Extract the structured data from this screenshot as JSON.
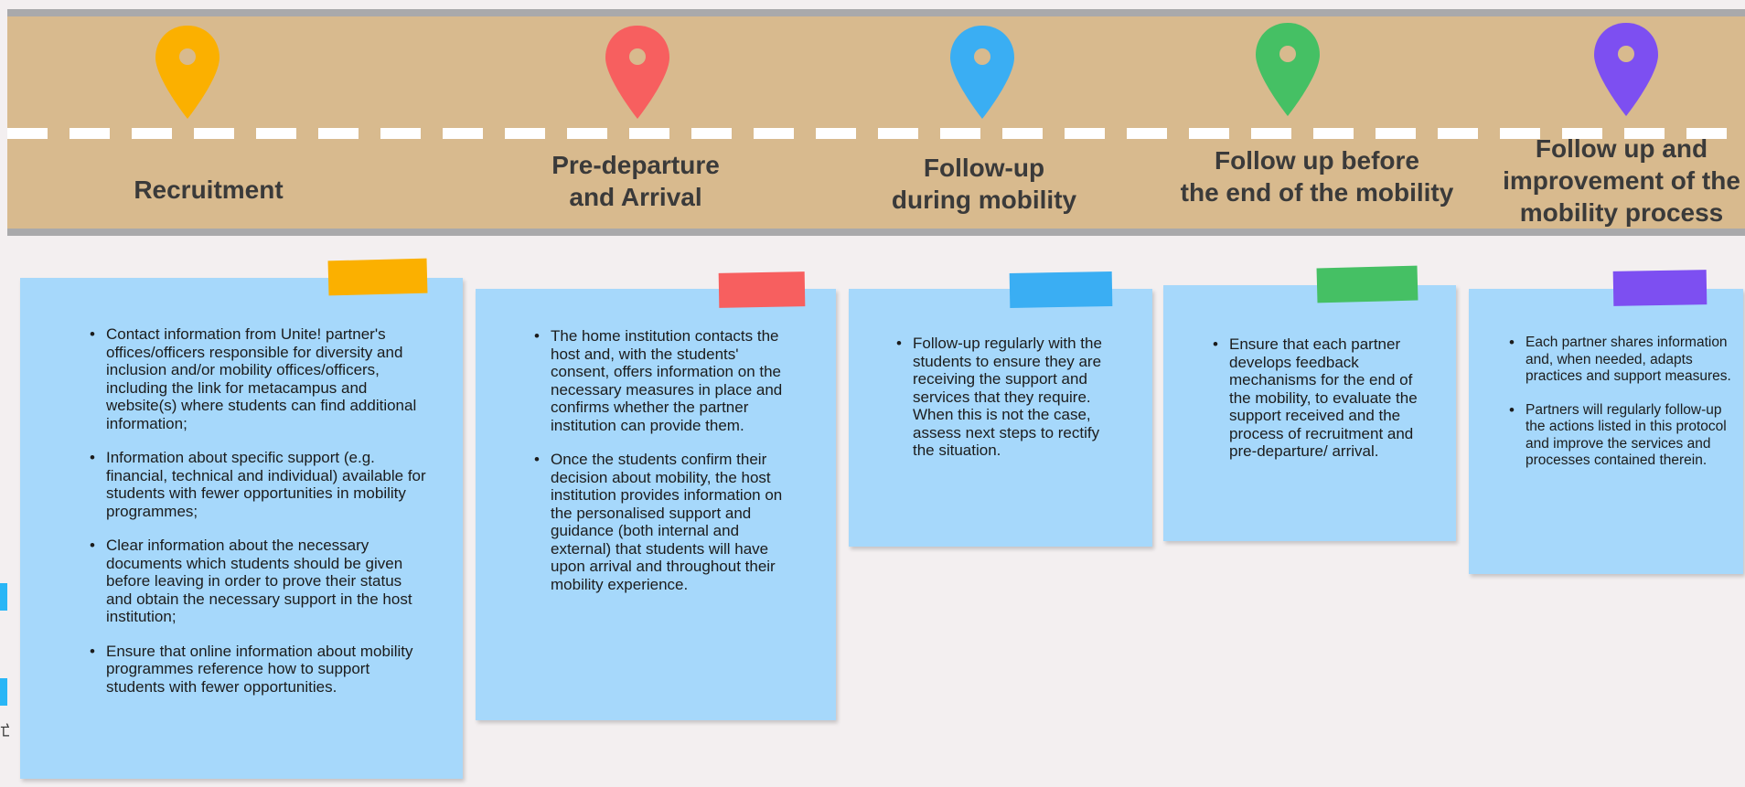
{
  "stages": [
    {
      "title_line1": "Recruitment",
      "title_line2": "",
      "title_line3": "",
      "color": "#fbb000",
      "bullets": [
        "Contact information from Unite! partner's offices/officers responsible for diversity and inclusion and/or mobility offices/officers, including the link for metacampus and website(s) where students can find additional information;",
        "Information about specific support (e.g. financial, technical and individual) available for students with fewer opportunities in mobility programmes;",
        "Clear information about the necessary documents which students should be given before leaving in order to prove their status and obtain the necessary support in the host institution;",
        "Ensure that online information about mobility programmes reference how to support students with fewer opportunities."
      ]
    },
    {
      "title_line1": "Pre-departure",
      "title_line2": "and Arrival",
      "title_line3": "",
      "color": "#f75f5f",
      "bullets": [
        "The home institution contacts the host and, with the students' consent, offers information on the necessary measures in place and confirms whether the partner institution can provide them.",
        "Once the students confirm their decision about mobility, the host institution provides information on the personalised support and guidance (both internal and external) that students will have upon arrival and throughout their mobility experience."
      ]
    },
    {
      "title_line1": "Follow-up",
      "title_line2": "during mobility",
      "title_line3": "",
      "color": "#3aaef3",
      "bullets": [
        "Follow-up regularly with the students to ensure they are receiving the support and services that they require. When this is not the case, assess next steps to rectify the situation."
      ]
    },
    {
      "title_line1": "Follow up before",
      "title_line2": "the end of the mobility",
      "title_line3": "",
      "color": "#45c064",
      "bullets": [
        "Ensure that each partner develops feedback mechanisms for the end of the mobility, to evaluate the support received and the process of recruitment and pre-departure/ arrival."
      ]
    },
    {
      "title_line1": "Follow up and",
      "title_line2": "improvement of the",
      "title_line3": "mobility process",
      "color": "#7d4ff1",
      "bullets": [
        "Each partner shares information and, when needed, adapts practices and support measures.",
        "Partners will regularly follow-up the actions listed in this protocol and improve the services and processes contained therein."
      ]
    }
  ],
  "side_glyph": "亡"
}
